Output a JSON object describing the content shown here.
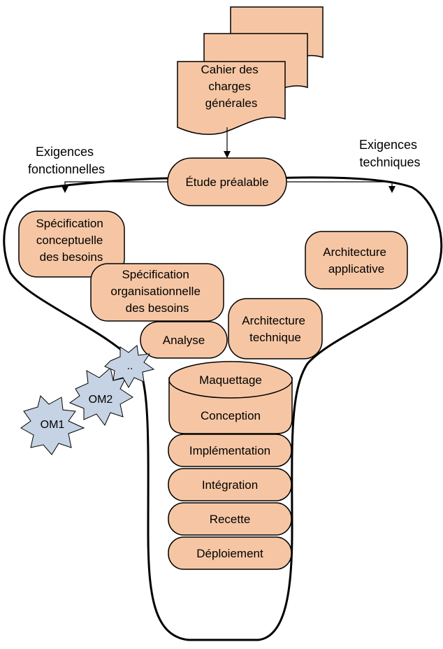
{
  "colors": {
    "box_fill": "#f6c6a4",
    "star_fill": "#c6d3e4",
    "stroke": "#000000"
  },
  "document": {
    "lines": [
      "Cahier des",
      "charges",
      "générales"
    ]
  },
  "labels": {
    "exigences_fonctionnelles": [
      "Exigences",
      "fonctionnelles"
    ],
    "exigences_techniques": [
      "Exigences",
      "techniques"
    ]
  },
  "boxes": {
    "etude_prealable": [
      "Étude préalable"
    ],
    "specification_conceptuelle": [
      "Spécification",
      "conceptuelle",
      "des besoins"
    ],
    "specification_organisationnelle": [
      "Spécification",
      "organisationnelle",
      "des besoins"
    ],
    "architecture_applicative": [
      "Architecture",
      "applicative"
    ],
    "analyse": [
      "Analyse"
    ],
    "architecture_technique": [
      "Architecture",
      "technique"
    ],
    "maquettage": [
      "Maquettage"
    ],
    "conception": [
      "Conception"
    ],
    "implementation": [
      "Implémentation"
    ],
    "integration": [
      "Intégration"
    ],
    "recette": [
      "Recette"
    ],
    "deploiement": [
      "Déploiement"
    ]
  },
  "stars": {
    "om1": "OM1",
    "om2": "OM2",
    "more": ".."
  }
}
